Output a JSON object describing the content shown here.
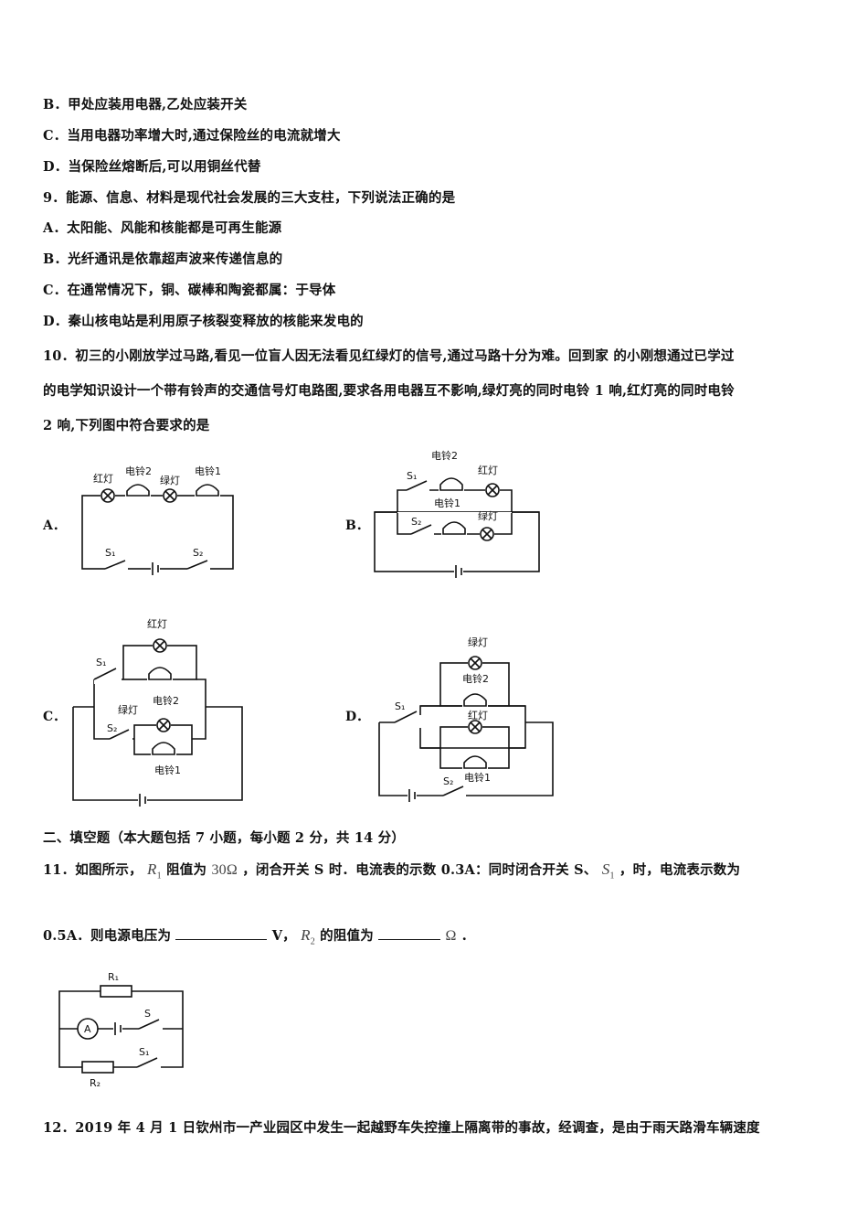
{
  "q8_options": {
    "B": "B．甲处应装用电器,乙处应装开关",
    "C": "C．当用电器功率增大时,通过保险丝的电流就增大",
    "D": "D．当保险丝熔断后,可以用铜丝代替"
  },
  "q9": {
    "stem": "9．能源、信息、材料是现代社会发展的三大支柱，下列说法正确的是",
    "A": "A．太阳能、风能和核能都是可再生能源",
    "B": "B．光纤通讯是依靠超声波来传递信息的",
    "C": "C．在通常情况下，铜、碳棒和陶瓷都属：于导体",
    "D": "D．秦山核电站是利用原子核裂变释放的核能来发电的"
  },
  "q10": {
    "stem_line1": "10．初三的小刚放学过马路,看见一位盲人因无法看见红绿灯的信号,通过马路十分为难。回到家 的小刚想通过已学过",
    "stem_line2": "的电学知识设计一个带有铃声的交通信号灯电路图,要求各用电器互不影响,绿灯亮的同时电铃 1 响,红灯亮的同时电铃",
    "stem_line3": "2 响,下列图中符合要求的是",
    "labels": {
      "A": "A．",
      "B": "B．",
      "C": "C．",
      "D": "D．"
    },
    "diagram_text": {
      "red_light": "红灯",
      "green_light": "绿灯",
      "bell1": "电铃1",
      "bell2": "电铃2",
      "s1": "S₁",
      "s2": "S₂"
    }
  },
  "section2": {
    "title": "二、填空题（本大题包括 7 小题，每小题 2 分，共 14 分）"
  },
  "q11": {
    "part1": "11．如图所示，",
    "r1": "R",
    "r1_sub": "1",
    "part2": "阻值为",
    "value": "30Ω",
    "part3": "，闭合开关 S 时．电流表的示数 0.3A：同时闭合开关 S、",
    "s1": "S",
    "s1_sub": "1",
    "part4": "，时，电流表示数为",
    "line2_part1": "0.5A．则电源电压为",
    "line2_part2": "V，",
    "r2": "R",
    "r2_sub": "2",
    "line2_part3": "的阻值为",
    "omega": "Ω",
    "line2_end": "．",
    "diagram": {
      "r1": "R₁",
      "r2": "R₂",
      "ammeter": "A",
      "s": "S",
      "s1": "S₁"
    }
  },
  "q12": {
    "stem_line1": "12．2019 年 4 月 1 日钦州市一产业园区中发生一起越野车失控撞上隔离带的事故，经调查，是由于雨天路滑车辆速度"
  }
}
